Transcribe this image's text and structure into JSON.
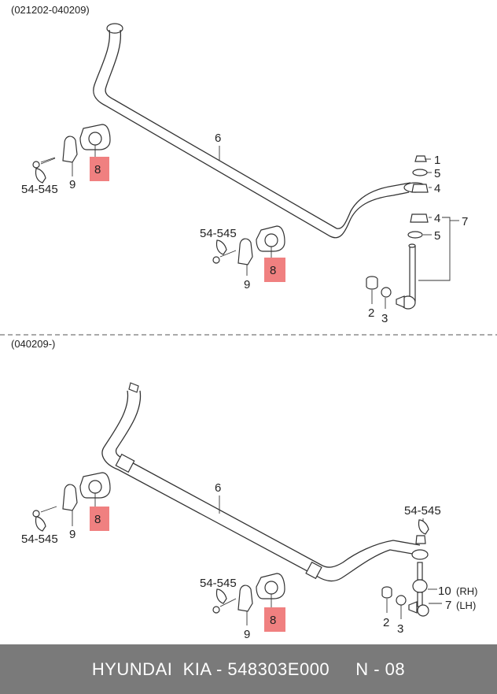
{
  "top": {
    "range": "(021202-040209)",
    "labels": {
      "bar": "6",
      "bushing_left": "8",
      "bushing_right": "8",
      "bracket_left": "9",
      "bracket_right": "9",
      "bolt_left": "54-545",
      "bolt_right": "54-545",
      "nut": "1",
      "washer_a": "5",
      "bush_a": "4",
      "bush_b": "4",
      "washer_b": "5",
      "link": "7",
      "nut_low": "2",
      "washer_low": "3"
    }
  },
  "bottom": {
    "range": "(040209-)",
    "labels": {
      "bar": "6",
      "bushing_left": "8",
      "bushing_right": "8",
      "bracket_left": "9",
      "bracket_right": "9",
      "bolt_left": "54-545",
      "bolt_right": "54-545",
      "bolt_link": "54-545",
      "link_rh": "10",
      "link_rh_side": "(RH)",
      "link_lh": "7",
      "link_lh_side": "(LH)",
      "nut_low": "2",
      "washer_low": "3"
    }
  },
  "footer": {
    "text": "HYUNDAI  KIA - 548303E000     N - 08"
  },
  "colors": {
    "highlight": "#f08080",
    "footer_bg": "#7a7a7a",
    "footer_text": "#ffffff"
  }
}
